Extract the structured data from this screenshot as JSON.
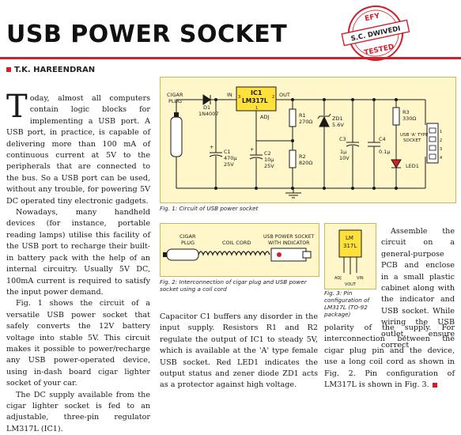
{
  "title": "USB POWER SOCKET",
  "author": "T.K. HAREENDRAN",
  "stamp": {
    "top": "EFY",
    "name": "S.C. DWIVEDI",
    "bottom": "TESTED"
  },
  "left_col": {
    "dropcap": "T",
    "p1": "oday, almost all computers contain logic blocks for implementing a USB port. A USB port, in practice, is capable of delivering more than 100 mA of continuous current at 5V to the peripherals that are connected to the bus. So a USB port can be used, without any trouble, for powering 5V DC operated tiny electronic gadgets.",
    "p2": "Nowadays, many handheld devices (for instance, portable reading lamps) utilise this facility of the USB port to recharge their built-in battery pack with the help of an internal circuitry. Usually 5V DC, 100mA current is required to satisfy the input power demand.",
    "p3": "Fig. 1 shows the circuit of a versatile USB power socket that safely converts the 12V battery voltage into stable 5V. This circuit makes it possible to power/recharge any USB power-operated device, using in-dash board cigar lighter socket of your car.",
    "p4": "The DC supply available from the cigar lighter socket is fed to an adjustable, three-pin regulator LM317L (IC1)."
  },
  "mid_col": {
    "p1": "Capacitor C1 buffers any disorder in the input supply. Resistors R1 and R2 regulate the output of IC1 to steady 5V, which is available at the 'A' type female USB socket. Red LED1 indicates the output status and zener diode ZD1 acts as a protector against high voltage."
  },
  "right_col": {
    "p1": "Assemble the circuit on a general-purpose PCB and enclose in a small plastic cabinet along with the indicator and USB socket. While wiring the USB outlet, ensure correct",
    "p2": "polarity of the supply. For interconnection between the cigar plug pin and the device, use a long coil cord as shown in Fig. 2. Pin configuration of LM317L is shown in Fig. 3."
  },
  "fig1": {
    "caption": "Fig. 1: Circuit of USB power socket",
    "labels": {
      "cigar1": "CIGAR",
      "cigar2": "PLUG",
      "d1": "D1",
      "d1v": "1N4007",
      "in": "IN",
      "out": "OUT",
      "adj": "ADJ",
      "ic1": "IC1",
      "ic1v": "LM317L",
      "pin3": "3",
      "pin2": "2",
      "pin1": "1",
      "c1": "C1",
      "c1v1": "470μ",
      "c1v2": "25V",
      "c2": "C2",
      "c2v1": "10μ",
      "c2v2": "25V",
      "r1": "R1",
      "r1v": "270Ω",
      "r2": "R2",
      "r2v": "820Ω",
      "zd1": "ZD1",
      "zd1v": "5.6V",
      "c3": "C3",
      "c3v1": "1μ",
      "c3v2": "10V",
      "c4": "C4",
      "c4v": "0.1μ",
      "r3": "R3",
      "r3v": "330Ω",
      "led1": "LED1",
      "usb1": "USB 'A' TYPE",
      "usb2": "SOCKET",
      "pins": [
        "1",
        "2",
        "3",
        "4"
      ],
      "plus": "+"
    }
  },
  "fig2": {
    "caption": "Fig. 2: Interconnection of cigar plug and USB power socket using a coil cord",
    "cigar1": "CIGAR",
    "cigar2": "PLUG",
    "cord": "COIL CORD",
    "socket1": "USB POWER SOCKET",
    "socket2": "WITH INDICATOR"
  },
  "fig3": {
    "caption": "Fig. 3: Pin configuration of LM317L (TO-92 package)",
    "chip1": "LM",
    "chip2": "317L",
    "adj": "ADJ",
    "vout": "VOUT",
    "vin": "VIN"
  },
  "colors": {
    "accent": "#d11f2b",
    "figure_bg": "#fff7c9",
    "wire": "#1a1a1a"
  }
}
